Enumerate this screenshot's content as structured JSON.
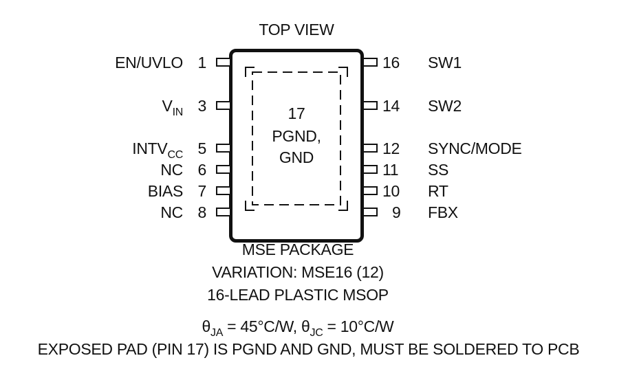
{
  "header": {
    "top_view": "TOP VIEW"
  },
  "pad": {
    "number": "17",
    "line1": "PGND,",
    "line2": "GND"
  },
  "left_pins": [
    {
      "name": "EN/UVLO",
      "num": "1"
    },
    {
      "name_main": "V",
      "name_sub": "IN",
      "num": "3"
    },
    {
      "name_main": "INTV",
      "name_sub": "CC",
      "num": "5"
    },
    {
      "name": "NC",
      "num": "6"
    },
    {
      "name": "BIAS",
      "num": "7"
    },
    {
      "name": "NC",
      "num": "8"
    }
  ],
  "right_pins": [
    {
      "name": "SW1",
      "num": "16"
    },
    {
      "name": "SW2",
      "num": "14"
    },
    {
      "name": "SYNC/MODE",
      "num": "12"
    },
    {
      "name": "SS",
      "num": "11"
    },
    {
      "name": "RT",
      "num": "10"
    },
    {
      "name": "FBX",
      "num": "9"
    }
  ],
  "package": {
    "line1": "MSE PACKAGE",
    "line2": "VARIATION: MSE16 (12)",
    "line3": "16-LEAD PLASTIC MSOP"
  },
  "thermal": {
    "theta_ja_symbol": "θ",
    "theta_ja_sub": "JA",
    "theta_ja_value": " = 45°C/W, ",
    "theta_jc_symbol": "θ",
    "theta_jc_sub": "JC",
    "theta_jc_value": " = 10°C/W"
  },
  "note": "EXPOSED PAD (PIN 17) IS PGND AND GND, MUST BE SOLDERED TO PCB"
}
